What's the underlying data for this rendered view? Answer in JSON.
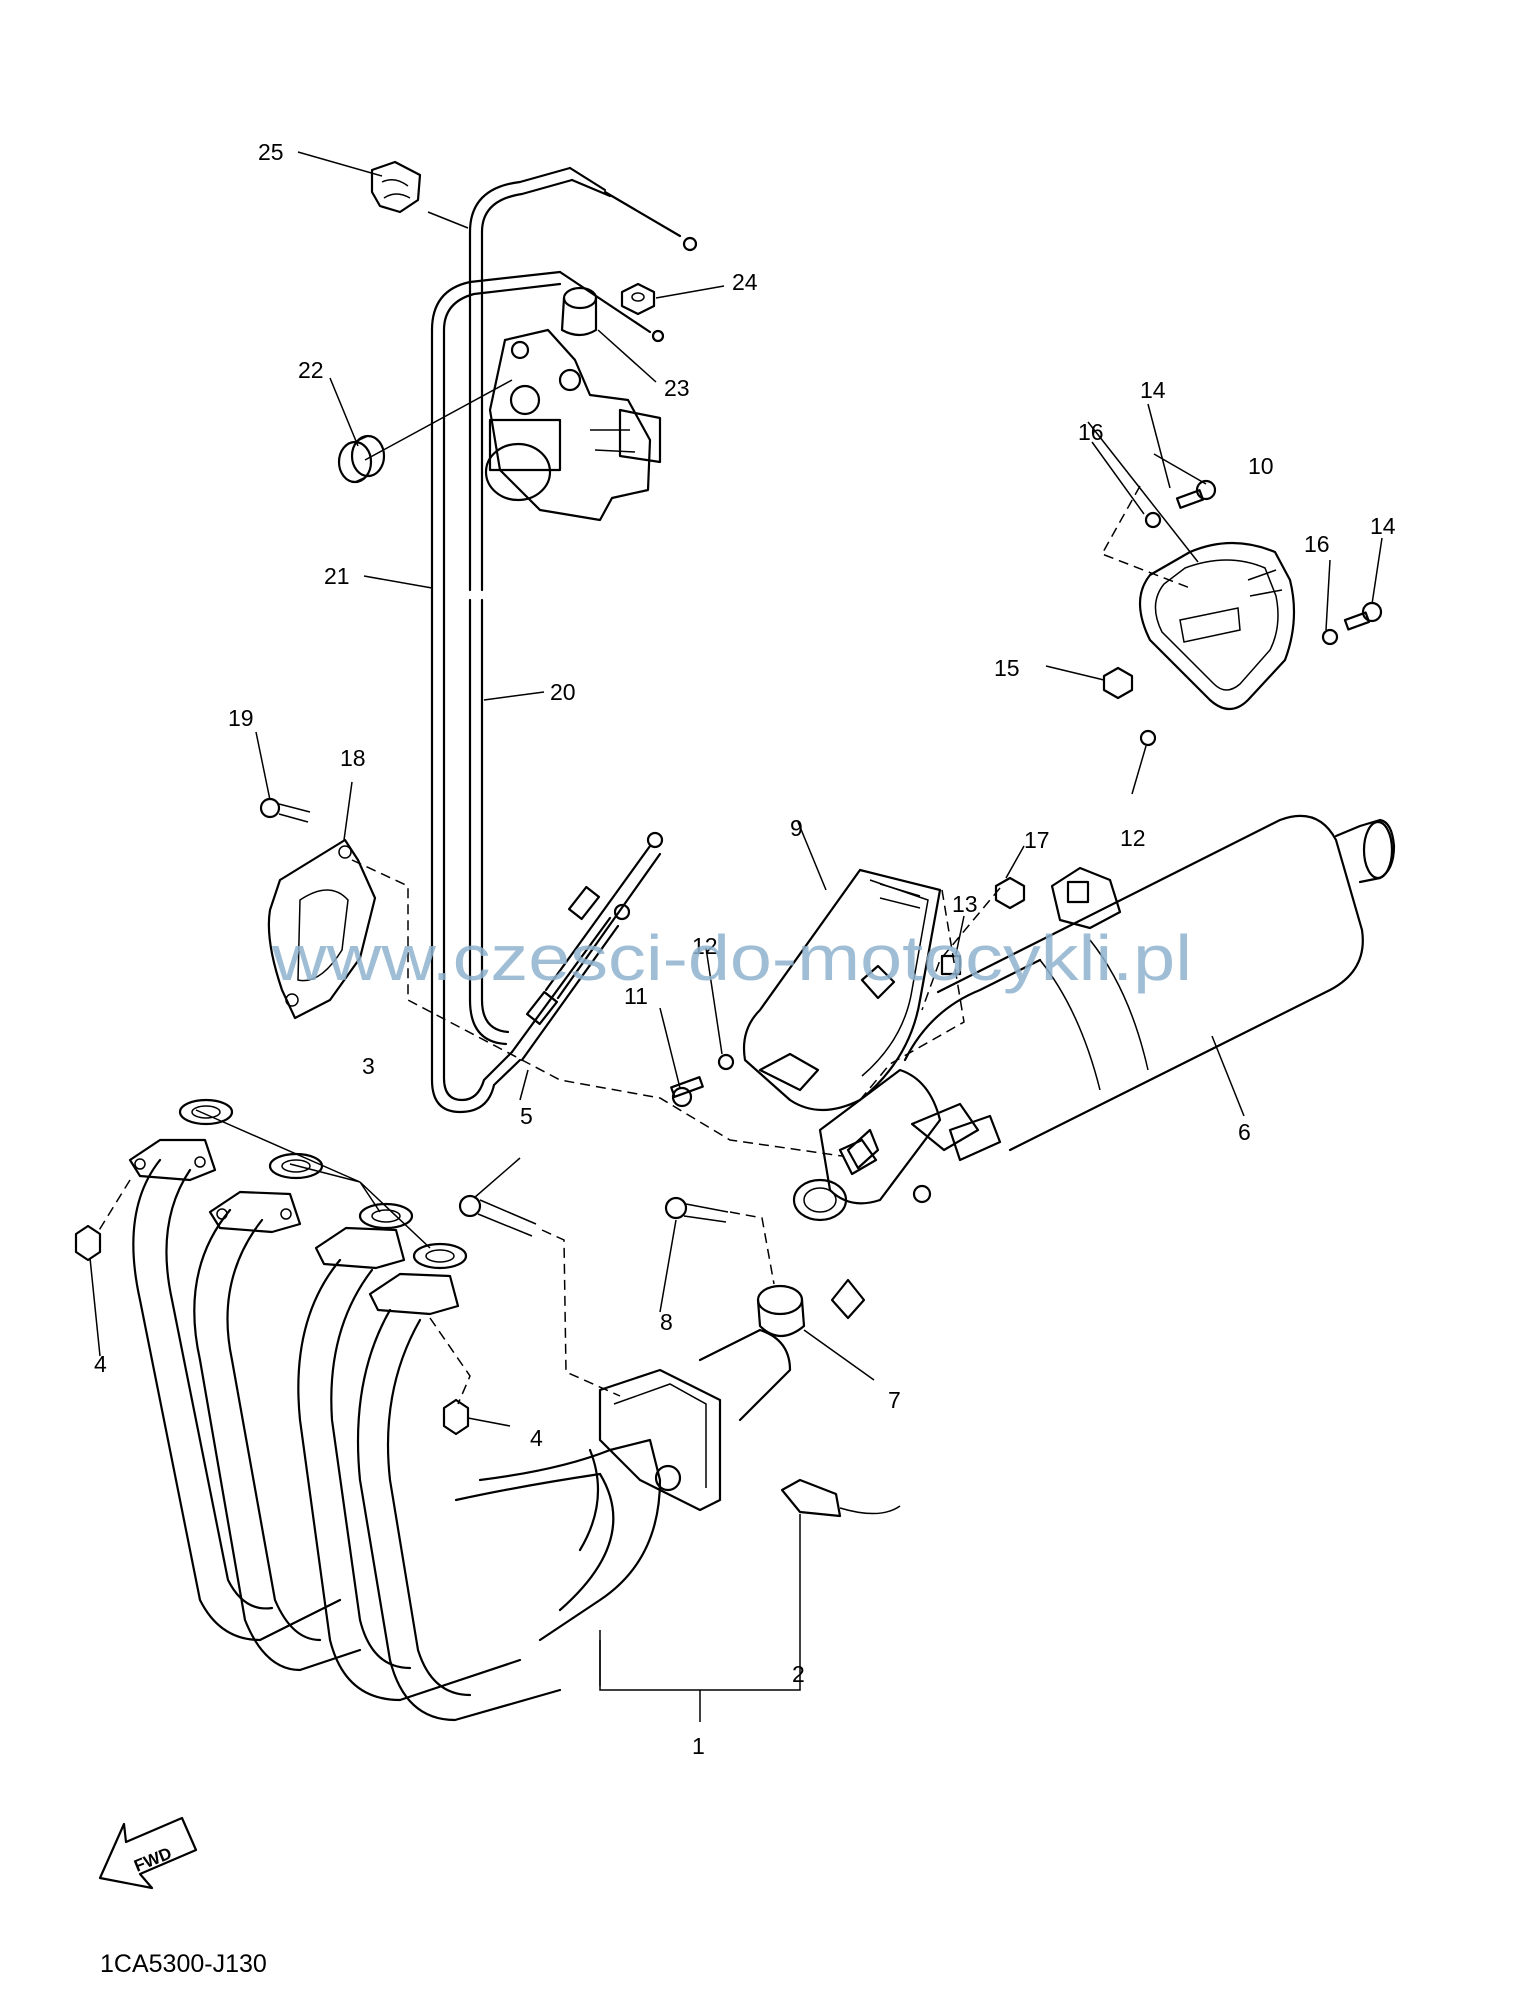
{
  "diagram": {
    "watermark": "www.czesci-do-motocykli.pl",
    "drawing_code": "1CA5300-J130",
    "direction_label": "FWD",
    "callouts": [
      "1",
      "2",
      "3",
      "4",
      "4",
      "5",
      "6",
      "7",
      "8",
      "9",
      "10",
      "11",
      "12",
      "12",
      "13",
      "14",
      "14",
      "15",
      "16",
      "16",
      "17",
      "18",
      "19",
      "20",
      "21",
      "22",
      "23",
      "24",
      "25"
    ]
  }
}
